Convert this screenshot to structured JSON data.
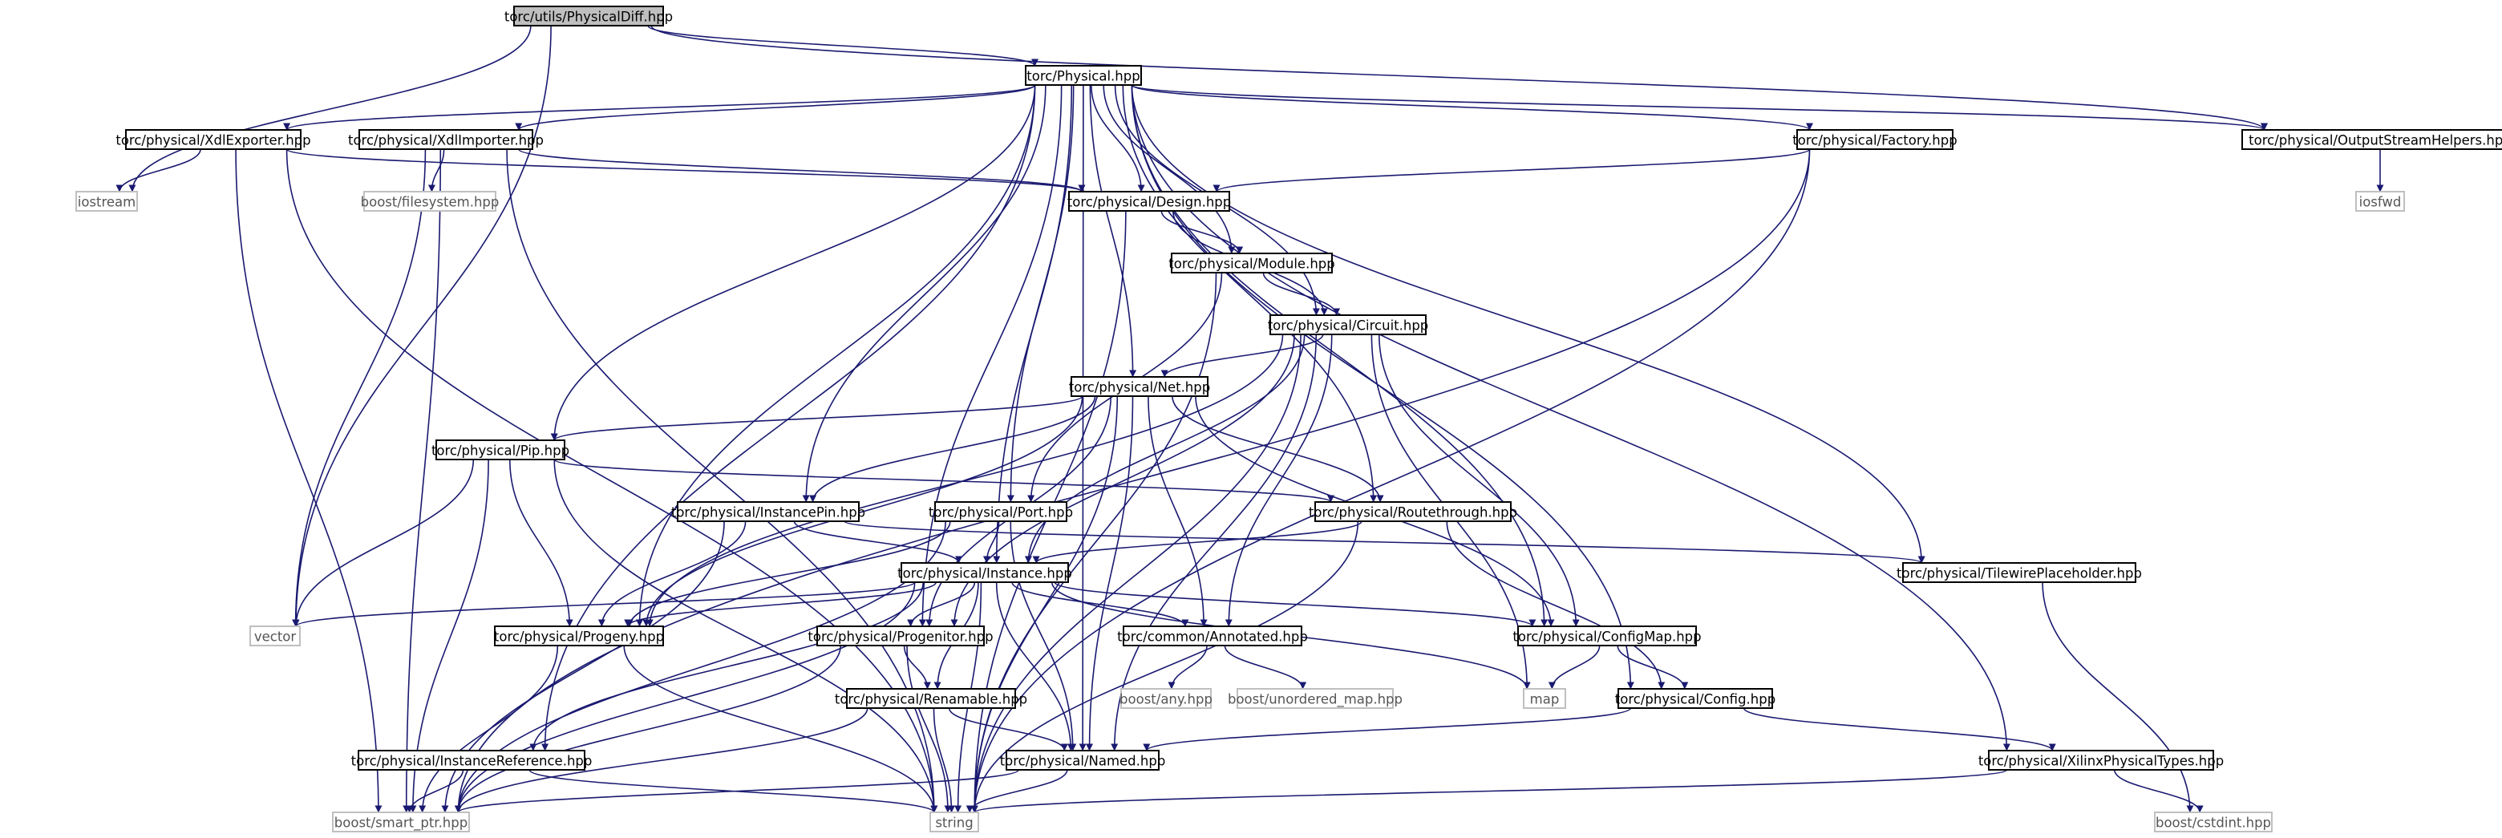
{
  "colors": {
    "edge": "#191970",
    "node_border": "#000000",
    "external_border": "#bfbfbf",
    "external_text": "#555555",
    "root_fill": "#bfbfbf",
    "node_fill": "#ffffff"
  },
  "graph": {
    "root": "PhysicalDiff",
    "nodes": [
      {
        "id": "PhysicalDiff",
        "label": "torc/utils/PhysicalDiff.hpp",
        "kind": "root"
      },
      {
        "id": "Physical",
        "label": "torc/Physical.hpp",
        "kind": "internal"
      },
      {
        "id": "iostream",
        "label": "iostream",
        "kind": "external"
      },
      {
        "id": "vector",
        "label": "vector",
        "kind": "external"
      },
      {
        "id": "OutputStreamHelpers",
        "label": "torc/physical/OutputStreamHelpers.hpp",
        "kind": "internal"
      },
      {
        "id": "XdlExporter",
        "label": "torc/physical/XdlExporter.hpp",
        "kind": "internal"
      },
      {
        "id": "XdlImporter",
        "label": "torc/physical/XdlImporter.hpp",
        "kind": "internal"
      },
      {
        "id": "Factory",
        "label": "torc/physical/Factory.hpp",
        "kind": "internal"
      },
      {
        "id": "iosfwd",
        "label": "iosfwd",
        "kind": "external"
      },
      {
        "id": "boost_filesystem",
        "label": "boost/filesystem.hpp",
        "kind": "external"
      },
      {
        "id": "Design",
        "label": "torc/physical/Design.hpp",
        "kind": "internal"
      },
      {
        "id": "Module",
        "label": "torc/physical/Module.hpp",
        "kind": "internal"
      },
      {
        "id": "Circuit",
        "label": "torc/physical/Circuit.hpp",
        "kind": "internal"
      },
      {
        "id": "Net",
        "label": "torc/physical/Net.hpp",
        "kind": "internal"
      },
      {
        "id": "Pip",
        "label": "torc/physical/Pip.hpp",
        "kind": "internal"
      },
      {
        "id": "InstancePin",
        "label": "torc/physical/InstancePin.hpp",
        "kind": "internal"
      },
      {
        "id": "Port",
        "label": "torc/physical/Port.hpp",
        "kind": "internal"
      },
      {
        "id": "Routethrough",
        "label": "torc/physical/Routethrough.hpp",
        "kind": "internal"
      },
      {
        "id": "TilewirePlaceholder",
        "label": "torc/physical/TilewirePlaceholder.hpp",
        "kind": "internal"
      },
      {
        "id": "Instance",
        "label": "torc/physical/Instance.hpp",
        "kind": "internal"
      },
      {
        "id": "Progeny",
        "label": "torc/physical/Progeny.hpp",
        "kind": "internal"
      },
      {
        "id": "Progenitor",
        "label": "torc/physical/Progenitor.hpp",
        "kind": "internal"
      },
      {
        "id": "Annotated",
        "label": "torc/common/Annotated.hpp",
        "kind": "internal"
      },
      {
        "id": "ConfigMap",
        "label": "torc/physical/ConfigMap.hpp",
        "kind": "internal"
      },
      {
        "id": "boost_any",
        "label": "boost/any.hpp",
        "kind": "external"
      },
      {
        "id": "boost_unordered_map",
        "label": "boost/unordered_map.hpp",
        "kind": "external"
      },
      {
        "id": "map",
        "label": "map",
        "kind": "external"
      },
      {
        "id": "Config",
        "label": "torc/physical/Config.hpp",
        "kind": "internal"
      },
      {
        "id": "Renamable",
        "label": "torc/physical/Renamable.hpp",
        "kind": "internal"
      },
      {
        "id": "InstanceReference",
        "label": "torc/physical/InstanceReference.hpp",
        "kind": "internal"
      },
      {
        "id": "Named",
        "label": "torc/physical/Named.hpp",
        "kind": "internal"
      },
      {
        "id": "XilinxPhysicalTypes",
        "label": "torc/physical/XilinxPhysicalTypes.hpp",
        "kind": "internal"
      },
      {
        "id": "boost_smart_ptr",
        "label": "boost/smart_ptr.hpp",
        "kind": "external"
      },
      {
        "id": "string",
        "label": "string",
        "kind": "external"
      },
      {
        "id": "boost_cstdint",
        "label": "boost/cstdint.hpp",
        "kind": "external"
      }
    ],
    "edges": [
      [
        "PhysicalDiff",
        "Physical"
      ],
      [
        "PhysicalDiff",
        "iostream"
      ],
      [
        "PhysicalDiff",
        "vector"
      ],
      [
        "PhysicalDiff",
        "OutputStreamHelpers"
      ],
      [
        "Physical",
        "XdlExporter"
      ],
      [
        "Physical",
        "XdlImporter"
      ],
      [
        "Physical",
        "Factory"
      ],
      [
        "Physical",
        "OutputStreamHelpers"
      ],
      [
        "Physical",
        "Design"
      ],
      [
        "Physical",
        "Module"
      ],
      [
        "Physical",
        "Circuit"
      ],
      [
        "Physical",
        "Net"
      ],
      [
        "Physical",
        "Pip"
      ],
      [
        "Physical",
        "InstancePin"
      ],
      [
        "Physical",
        "Port"
      ],
      [
        "Physical",
        "Routethrough"
      ],
      [
        "Physical",
        "TilewirePlaceholder"
      ],
      [
        "Physical",
        "Instance"
      ],
      [
        "Physical",
        "Progeny"
      ],
      [
        "Physical",
        "Progenitor"
      ],
      [
        "Physical",
        "ConfigMap"
      ],
      [
        "Physical",
        "Config"
      ],
      [
        "Physical",
        "Named"
      ],
      [
        "Physical",
        "XilinxPhysicalTypes"
      ],
      [
        "Physical",
        "InstanceReference"
      ],
      [
        "XdlExporter",
        "iostream"
      ],
      [
        "XdlExporter",
        "Design"
      ],
      [
        "XdlExporter",
        "string"
      ],
      [
        "XdlExporter",
        "boost_smart_ptr"
      ],
      [
        "XdlImporter",
        "boost_filesystem"
      ],
      [
        "XdlImporter",
        "Design"
      ],
      [
        "XdlImporter",
        "vector"
      ],
      [
        "XdlImporter",
        "string"
      ],
      [
        "XdlImporter",
        "boost_smart_ptr"
      ],
      [
        "Factory",
        "Design"
      ],
      [
        "Factory",
        "string"
      ],
      [
        "Factory",
        "boost_smart_ptr"
      ],
      [
        "OutputStreamHelpers",
        "iosfwd"
      ],
      [
        "Design",
        "Module"
      ],
      [
        "Design",
        "Circuit"
      ],
      [
        "Design",
        "string"
      ],
      [
        "Module",
        "Circuit"
      ],
      [
        "Module",
        "Port"
      ],
      [
        "Module",
        "string"
      ],
      [
        "Circuit",
        "Net"
      ],
      [
        "Circuit",
        "Instance"
      ],
      [
        "Circuit",
        "Progeny"
      ],
      [
        "Circuit",
        "Annotated"
      ],
      [
        "Circuit",
        "Progenitor"
      ],
      [
        "Circuit",
        "ConfigMap"
      ],
      [
        "Circuit",
        "map"
      ],
      [
        "Circuit",
        "Named"
      ],
      [
        "Circuit",
        "string"
      ],
      [
        "Net",
        "Pip"
      ],
      [
        "Net",
        "InstancePin"
      ],
      [
        "Net",
        "Routethrough"
      ],
      [
        "Net",
        "Progeny"
      ],
      [
        "Net",
        "Progenitor"
      ],
      [
        "Net",
        "Annotated"
      ],
      [
        "Net",
        "ConfigMap"
      ],
      [
        "Net",
        "Named"
      ],
      [
        "Net",
        "string"
      ],
      [
        "Pip",
        "Routethrough"
      ],
      [
        "Pip",
        "vector"
      ],
      [
        "Pip",
        "Progeny"
      ],
      [
        "Pip",
        "boost_smart_ptr"
      ],
      [
        "Pip",
        "string"
      ],
      [
        "InstancePin",
        "Instance"
      ],
      [
        "InstancePin",
        "Progeny"
      ],
      [
        "InstancePin",
        "TilewirePlaceholder"
      ],
      [
        "InstancePin",
        "boost_smart_ptr"
      ],
      [
        "Port",
        "Instance"
      ],
      [
        "Port",
        "Progeny"
      ],
      [
        "Port",
        "Named"
      ],
      [
        "Port",
        "boost_smart_ptr"
      ],
      [
        "Routethrough",
        "Instance"
      ],
      [
        "Routethrough",
        "Config"
      ],
      [
        "Routethrough",
        "string"
      ],
      [
        "Instance",
        "vector"
      ],
      [
        "Instance",
        "Progeny"
      ],
      [
        "Instance",
        "Progenitor"
      ],
      [
        "Instance",
        "Annotated"
      ],
      [
        "Instance",
        "ConfigMap"
      ],
      [
        "Instance",
        "map"
      ],
      [
        "Instance",
        "Renamable"
      ],
      [
        "Instance",
        "Named"
      ],
      [
        "Instance",
        "InstanceReference"
      ],
      [
        "Instance",
        "boost_smart_ptr"
      ],
      [
        "Instance",
        "string"
      ],
      [
        "TilewirePlaceholder",
        "boost_cstdint"
      ],
      [
        "Progeny",
        "boost_smart_ptr"
      ],
      [
        "Progeny",
        "string"
      ],
      [
        "Progenitor",
        "Renamable"
      ],
      [
        "Progenitor",
        "boost_smart_ptr"
      ],
      [
        "Progenitor",
        "string"
      ],
      [
        "Annotated",
        "boost_any"
      ],
      [
        "Annotated",
        "boost_unordered_map"
      ],
      [
        "ConfigMap",
        "map"
      ],
      [
        "ConfigMap",
        "Config"
      ],
      [
        "Config",
        "Named"
      ],
      [
        "Config",
        "XilinxPhysicalTypes"
      ],
      [
        "Renamable",
        "Named"
      ],
      [
        "Renamable",
        "boost_smart_ptr"
      ],
      [
        "Renamable",
        "string"
      ],
      [
        "InstanceReference",
        "boost_smart_ptr"
      ],
      [
        "InstanceReference",
        "string"
      ],
      [
        "Named",
        "string"
      ],
      [
        "Named",
        "boost_smart_ptr"
      ],
      [
        "XilinxPhysicalTypes",
        "boost_cstdint"
      ],
      [
        "XilinxPhysicalTypes",
        "string"
      ]
    ]
  }
}
